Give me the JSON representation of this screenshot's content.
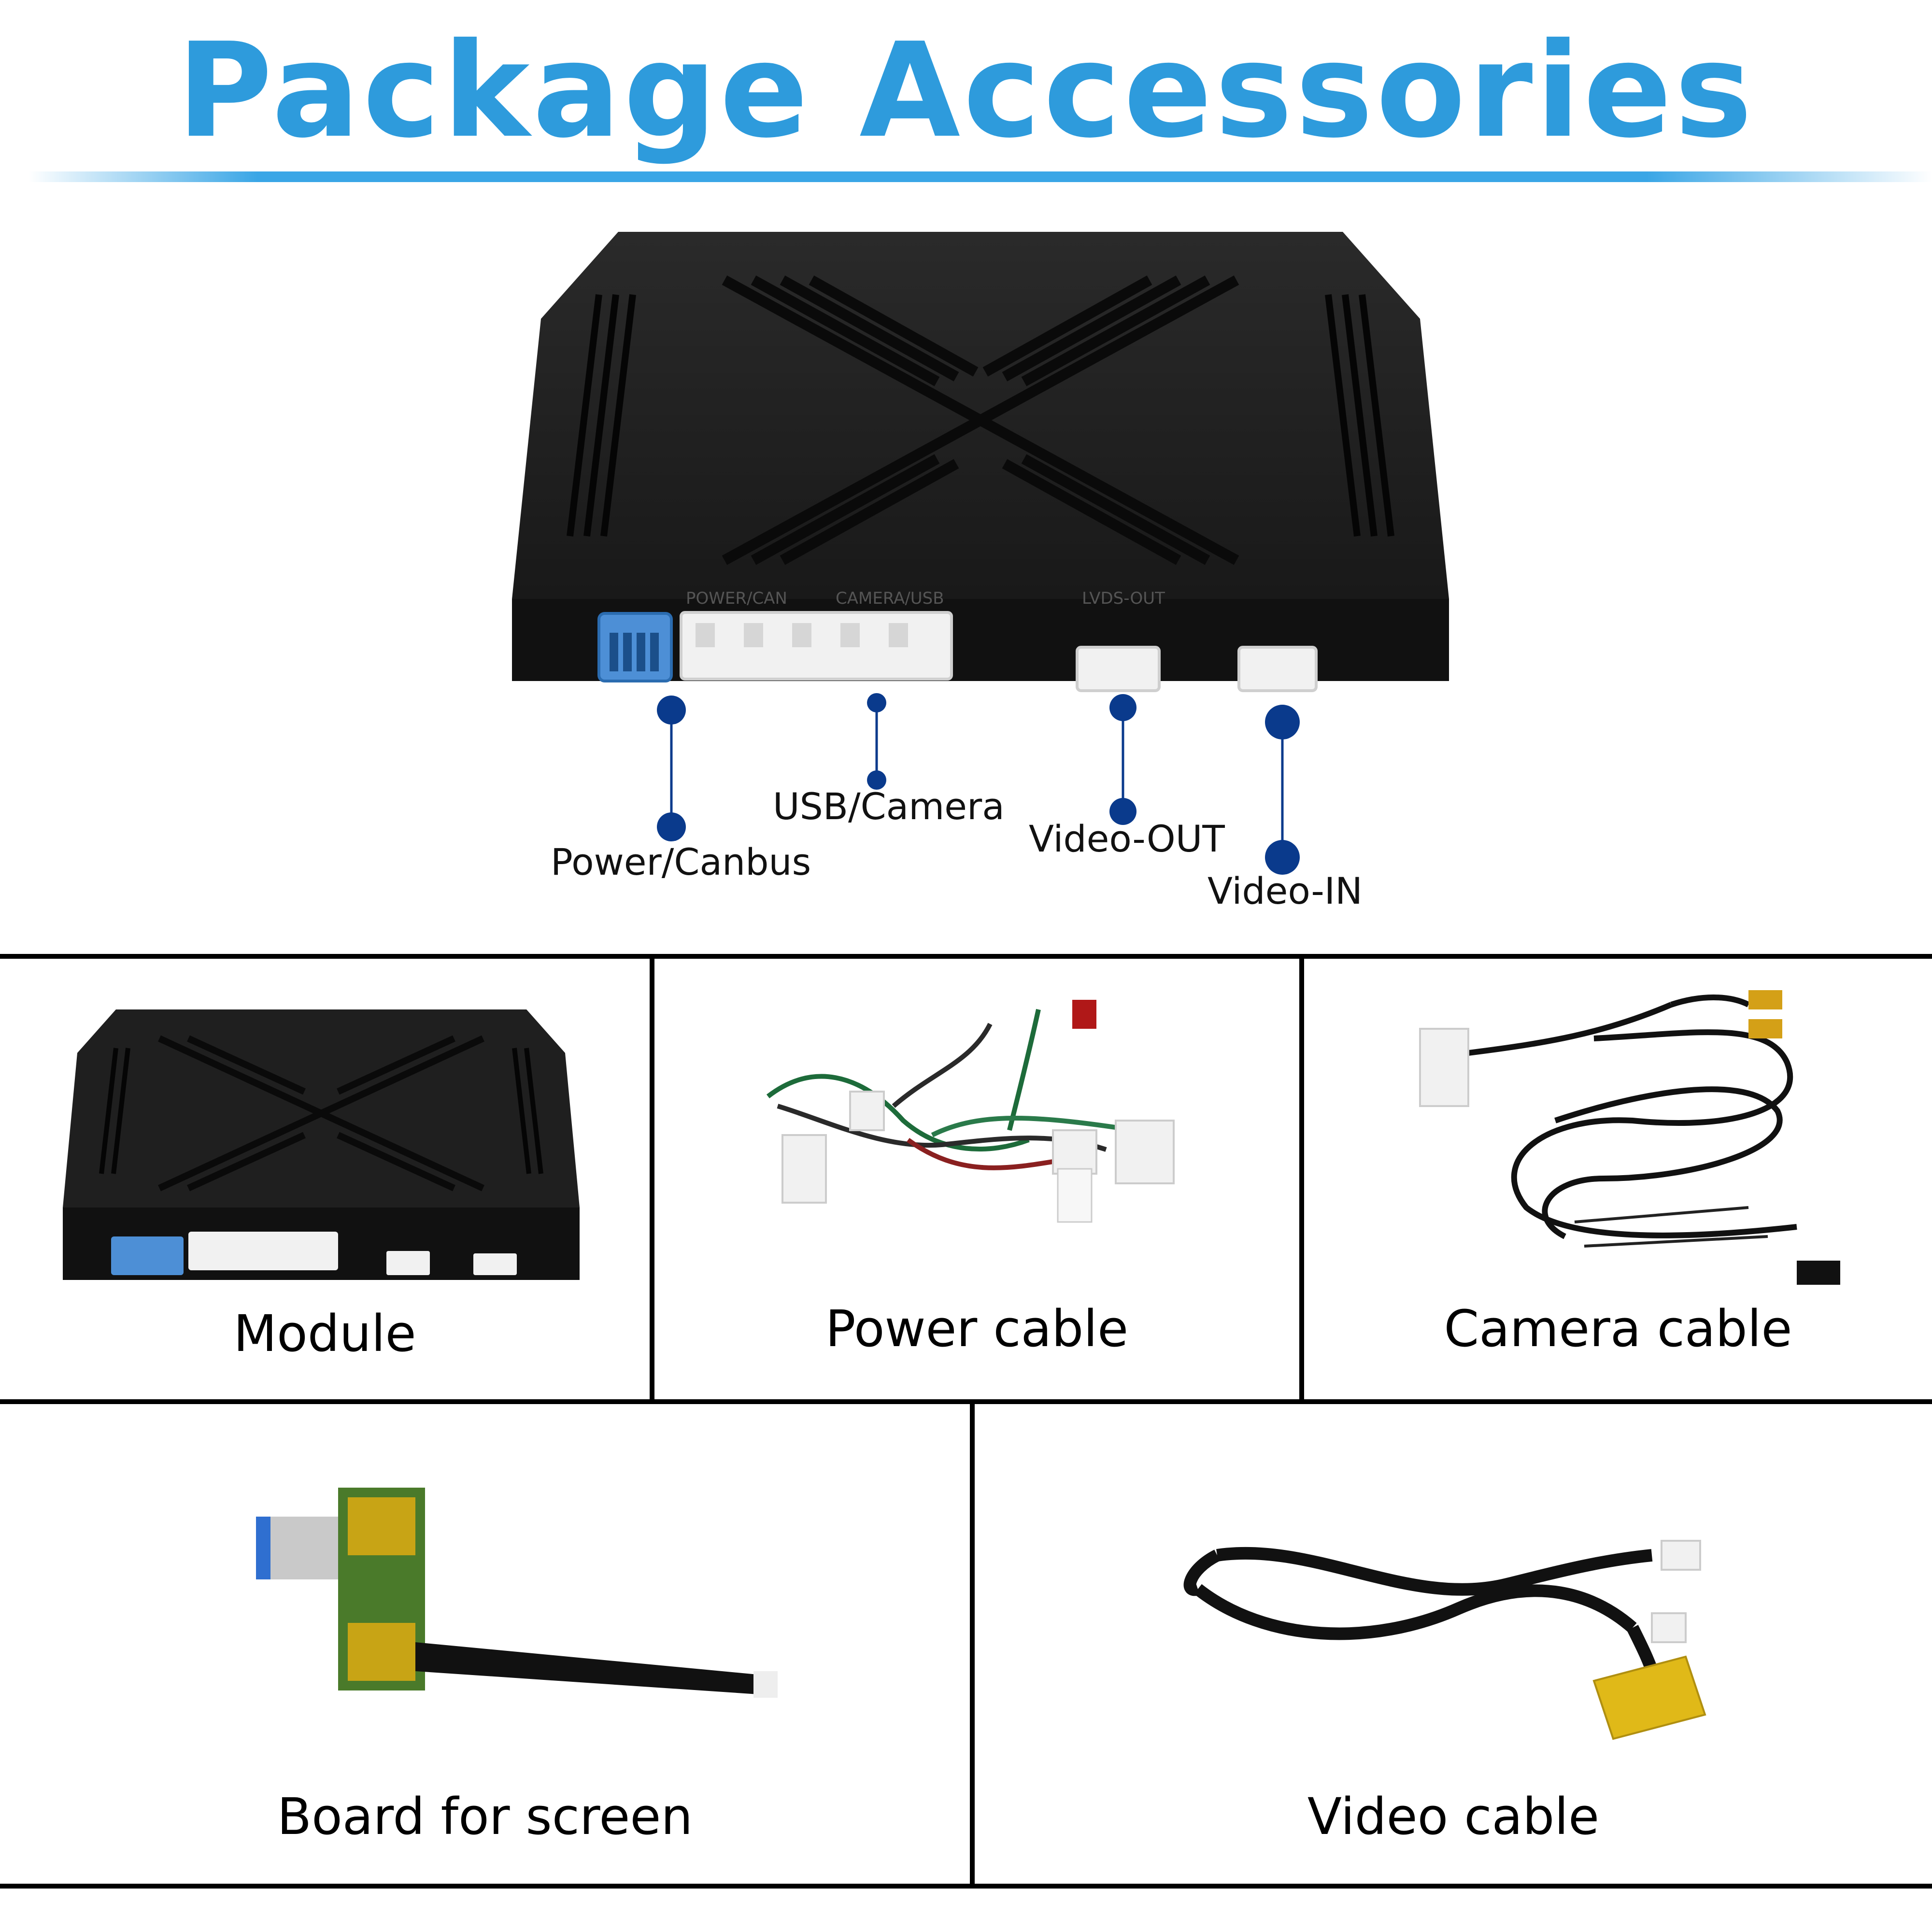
{
  "title": "Package Accessories",
  "colors": {
    "title": "#2e9bdc",
    "dot": "#0a3a8c",
    "module_body": "#1c1c1c",
    "connector_blue": "#4d8fd6"
  },
  "ports": [
    {
      "label": "Power/Canbus"
    },
    {
      "label": "USB/Camera"
    },
    {
      "label": "Video-OUT"
    },
    {
      "label": "Video-IN"
    }
  ],
  "module_port_text": {
    "power": "POWER/CAN",
    "camera": "CAMERA/USB",
    "lvds": "LVDS-OUT"
  },
  "items": [
    {
      "label": "Module",
      "icon": "module-image"
    },
    {
      "label": "Power cable",
      "icon": "power-cable-image"
    },
    {
      "label": "Camera cable",
      "icon": "camera-cable-image"
    },
    {
      "label": "Board for screen",
      "icon": "screen-board-image"
    },
    {
      "label": "Video cable",
      "icon": "video-cable-image"
    }
  ]
}
